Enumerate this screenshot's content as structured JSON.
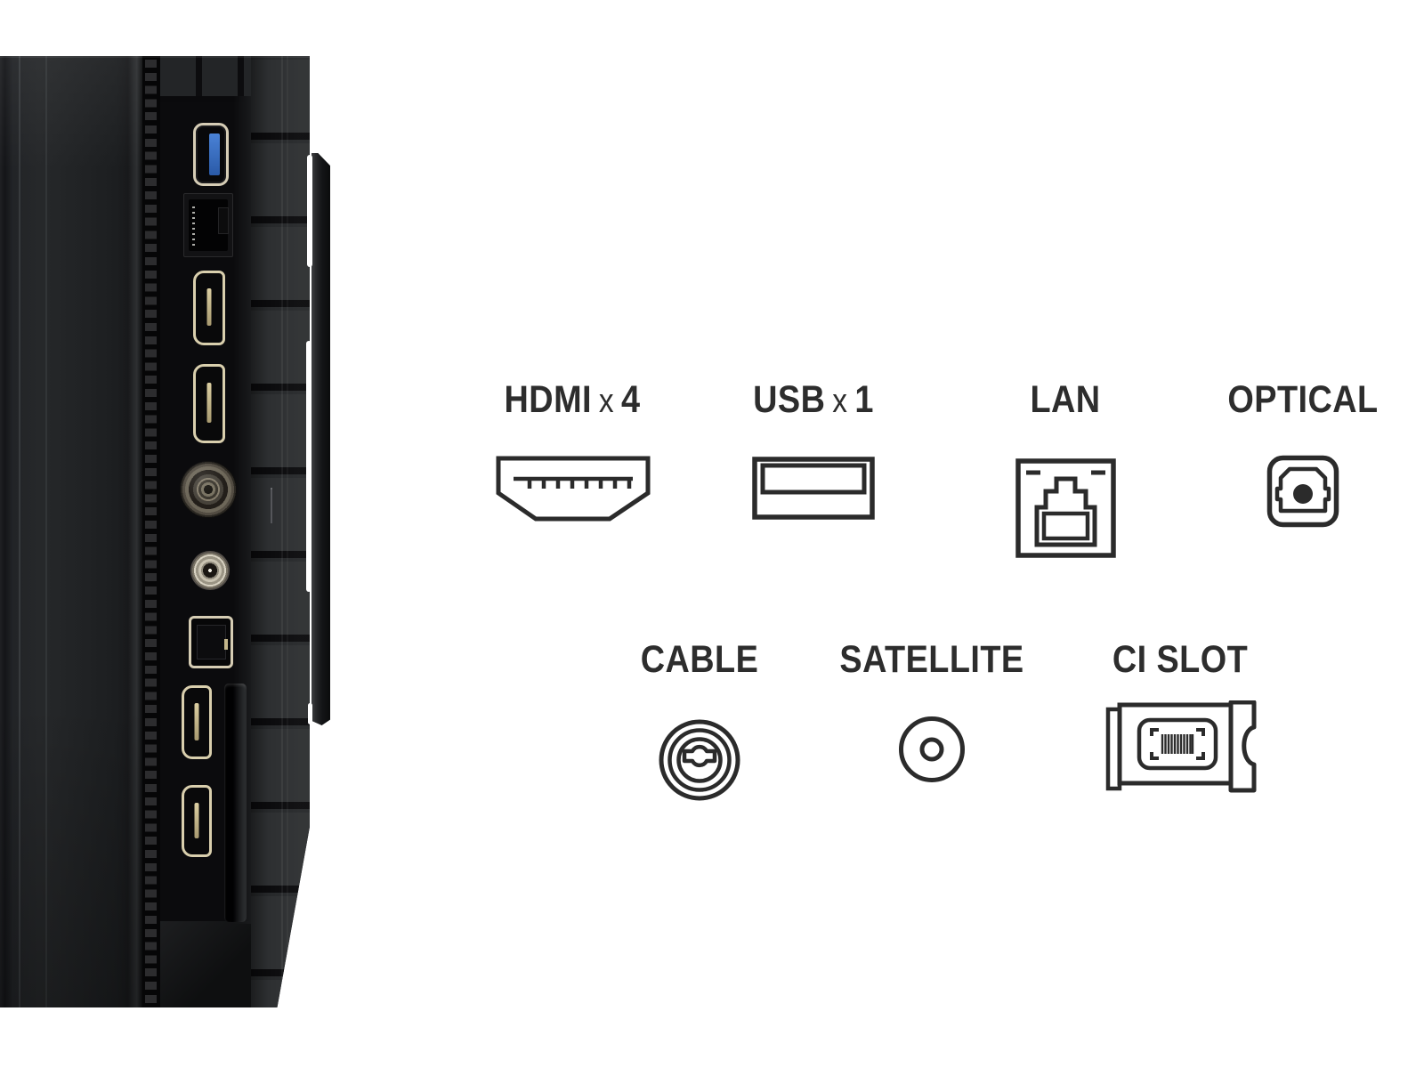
{
  "theme": {
    "page-bg": "#ffffff",
    "label-color": "#2d2d2d",
    "icon-stroke": "#2b2b2b",
    "usb-blue": "#3b6fc0",
    "port-cream": "#d6cdb6",
    "hdmi-gold": "#d9cfad"
  },
  "photo_panel": {
    "description": "side view of TV rear connection panel",
    "ports_top_to_bottom": [
      "usb-3.0",
      "ethernet-lan",
      "hdmi",
      "hdmi",
      "antenna-cable",
      "satellite",
      "optical-audio",
      "hdmi",
      "hdmi",
      "ci-card-slot"
    ]
  },
  "legend": {
    "rows": [
      {
        "items": [
          {
            "id": "hdmi",
            "label": "HDMI",
            "multiplier": "x",
            "count": "4"
          },
          {
            "id": "usb",
            "label": "USB",
            "multiplier": "x",
            "count": "1"
          },
          {
            "id": "lan",
            "label": "LAN"
          },
          {
            "id": "optical",
            "label": "OPTICAL"
          }
        ]
      },
      {
        "items": [
          {
            "id": "cable",
            "label": "CABLE"
          },
          {
            "id": "satellite",
            "label": "SATELLITE"
          },
          {
            "id": "ci",
            "label": "CI SLOT"
          }
        ]
      }
    ]
  }
}
